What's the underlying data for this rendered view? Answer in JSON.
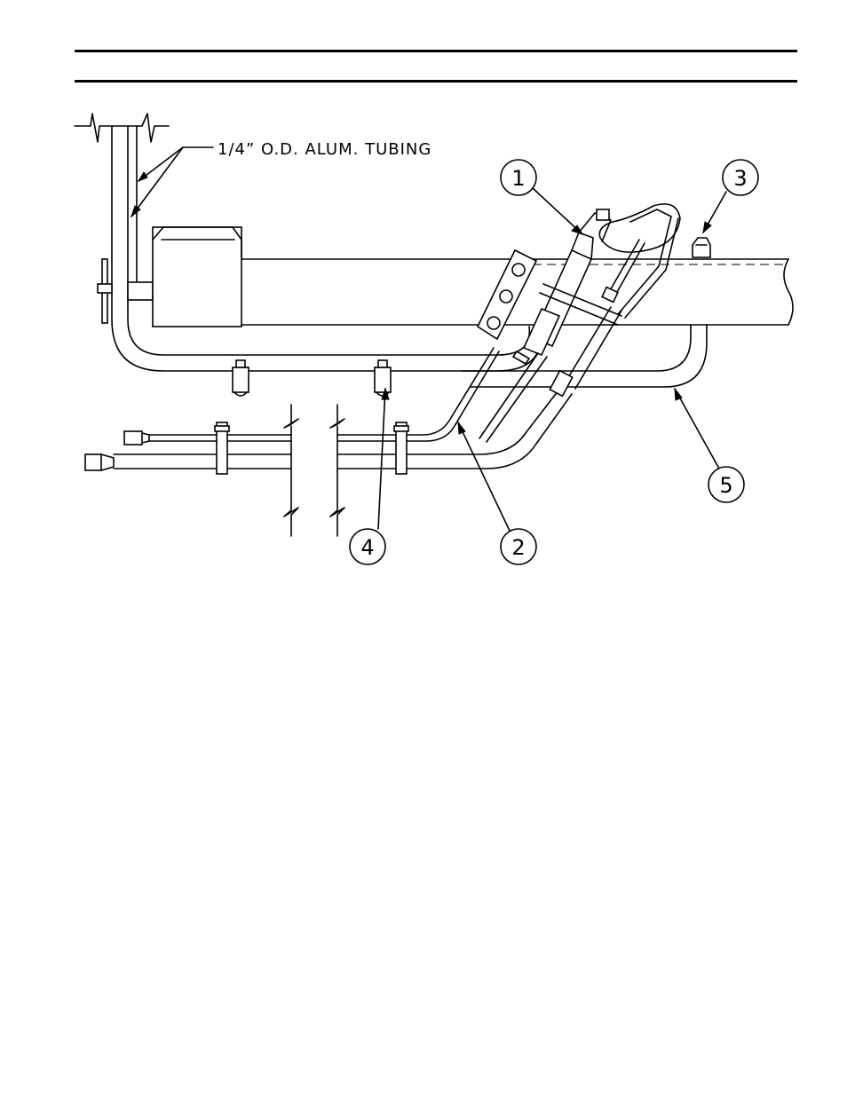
{
  "tubing_label": "1/4” O.D. ALUM. TUBING",
  "callouts": [
    "1",
    "2",
    "3",
    "4",
    "5"
  ]
}
